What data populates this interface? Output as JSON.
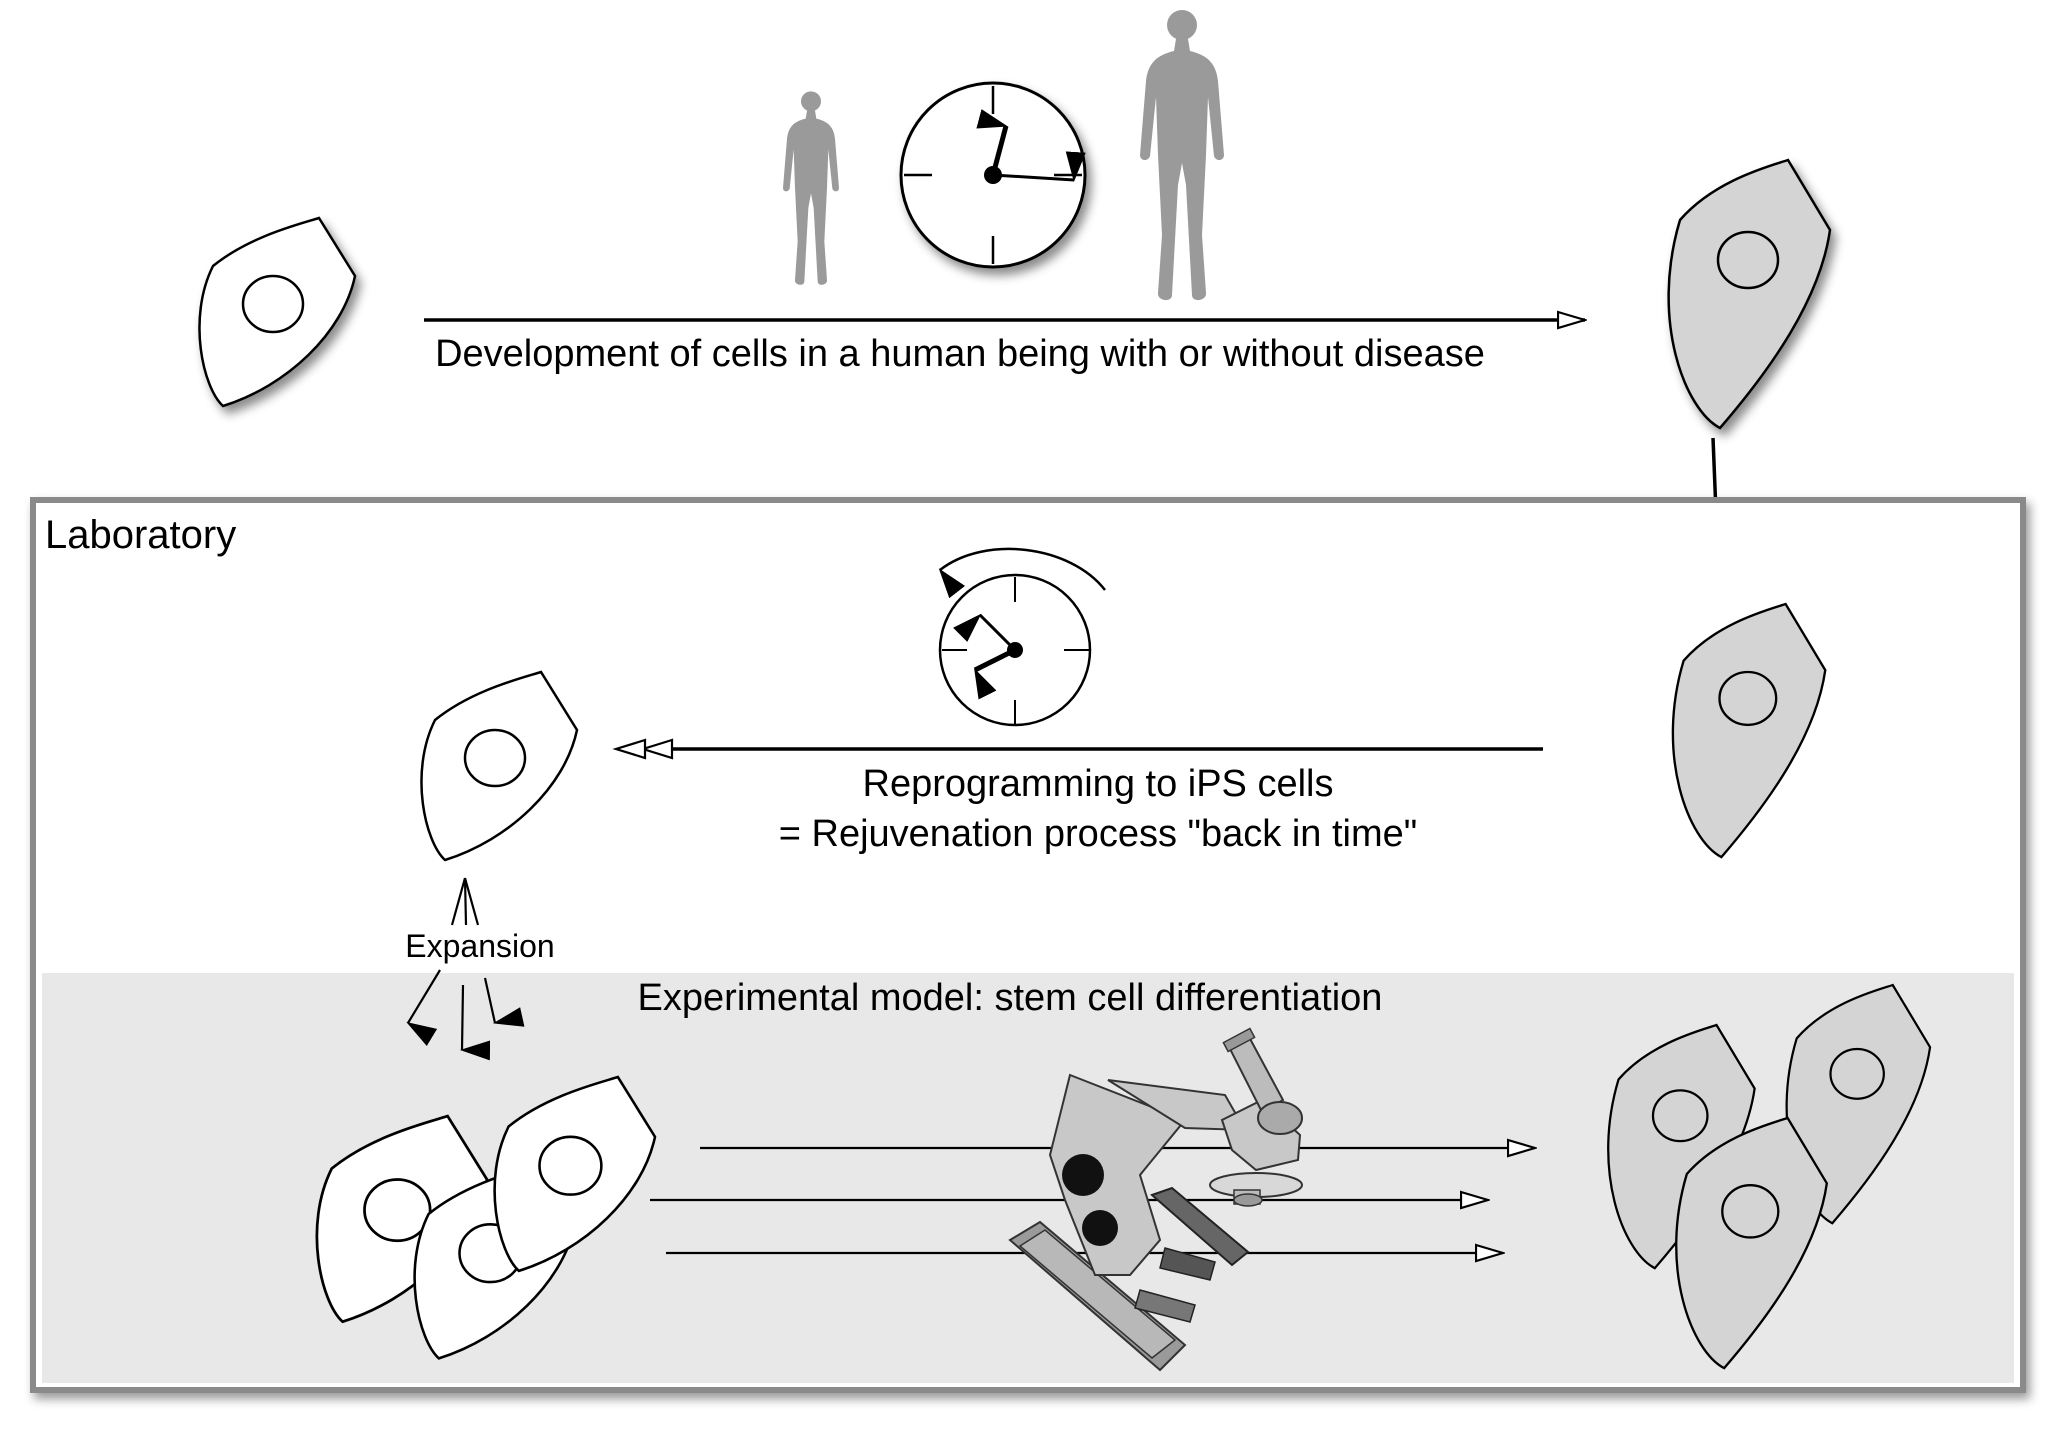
{
  "labels": {
    "development": "Development of cells in a human being with or without disease",
    "laboratory": "Laboratory",
    "reprogramming_line1": "Reprogramming to iPS cells",
    "reprogramming_line2": "= Rejuvenation process \"back in time\"",
    "expansion": "Expansion",
    "experimental_model": "Experimental model: stem cell differentiation"
  },
  "colors": {
    "young_cell_fill": "#ffffff",
    "aged_cell_fill": "#d4d4d4",
    "lab_box_fill": "#ffffff",
    "lab_box_border": "#8a8a8a",
    "experiment_band_fill": "#e8e8e8",
    "human_silhouette": "#9a9a9a",
    "microscope_body": "#c8c8c8",
    "microscope_dark": "#555555"
  },
  "icons": {
    "clock": "clock-icon",
    "reverse_clock": "reverse-clock-icon",
    "child": "child-silhouette-icon",
    "adult": "adult-silhouette-icon",
    "microscope": "microscope-icon"
  }
}
